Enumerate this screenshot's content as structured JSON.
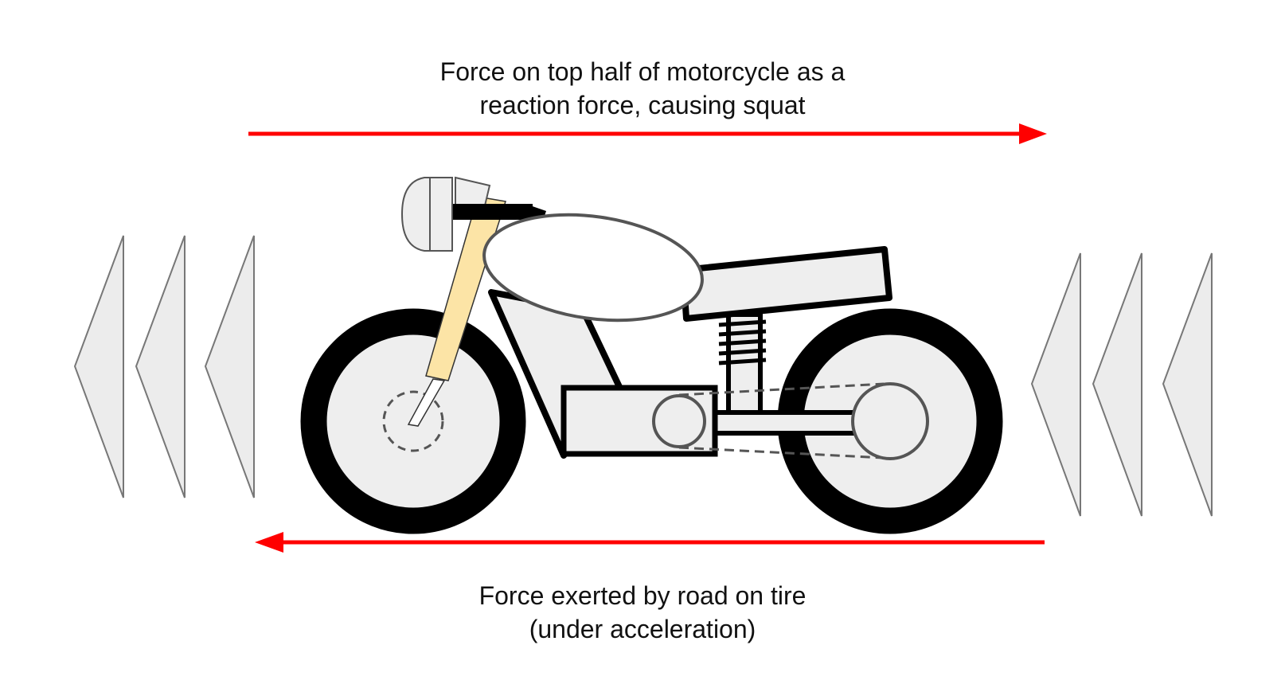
{
  "top_caption": {
    "line1": "Force on top half of motorcycle as a",
    "line2": "reaction force, causing squat"
  },
  "bottom_caption": {
    "line1": "Force exerted by road on tire",
    "line2": "(under acceleration)"
  },
  "colors": {
    "force_arrow": "#ff0000",
    "outline": "#000000",
    "fill_light": "#eeeeee",
    "fork": "#fce4a6",
    "gray_line": "#555555",
    "wind_chevron": "#ececec"
  },
  "icons": {
    "top_arrow": "arrow-right-icon",
    "bottom_arrow": "arrow-left-icon",
    "wind_left": "chevron-left-icon",
    "wind_right": "chevron-left-icon"
  }
}
